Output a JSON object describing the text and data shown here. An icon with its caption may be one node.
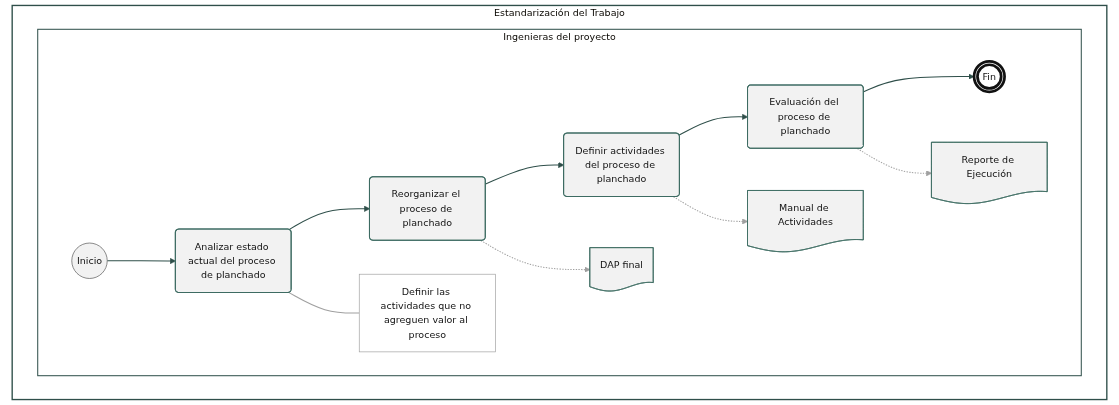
{
  "diagram": {
    "nodes": [
      {
        "text": [
          "Estandarización del Trabajo"
        ]
      },
      {
        "text": [
          "Ingenieras del proyecto"
        ],
        "in": 0
      },
      {
        "text": [
          "Inicio"
        ],
        "in": 1
      },
      {
        "text": [
          "Analizar estado actual del proceso de planchado"
        ],
        "in": 1
      },
      {
        "text": [
          "Definir las actividades que no agreguen valor al proceso"
        ],
        "in": 1
      },
      {
        "text": [
          "Reorganizar el proceso de planchado"
        ],
        "in": 1
      },
      {
        "text": [
          "DAP final"
        ],
        "in": 1
      },
      {
        "text": [
          "Definir actividades del proceso de planchado"
        ],
        "in": 1
      },
      {
        "text": [
          "Manual de Actividades"
        ],
        "in": 1
      },
      {
        "text": [
          "Evaluación del proceso de planchado"
        ],
        "in": 1
      },
      {
        "text": [
          "Reporte de Ejecución"
        ],
        "in": 1
      },
      {
        "text": [
          "Fin"
        ],
        "in": 1
      }
    ],
    "edges": [
      {
        "from": 2,
        "to": 3,
        "arrow": "to"
      },
      {
        "from": 3,
        "to": 5,
        "arrow": "to"
      },
      {
        "from": 5,
        "to": 7,
        "arrow": "to"
      },
      {
        "from": 7,
        "to": 9,
        "arrow": "to"
      },
      {
        "from": 9,
        "to": 11,
        "arrow": "to"
      },
      {
        "from": 3,
        "to": 4,
        "arrow": "none",
        "color": "#a0a0a0"
      },
      {
        "from": 5,
        "to": 6,
        "arrow": "to",
        "style": "dashed",
        "color": "#a0a0a0"
      },
      {
        "from": 7,
        "to": 8,
        "arrow": "to",
        "style": "dashed",
        "color": "#a0a0a0"
      },
      {
        "from": 9,
        "to": 10,
        "arrow": "to",
        "style": "dashed",
        "color": "#a0a0a0"
      }
    ]
  }
}
